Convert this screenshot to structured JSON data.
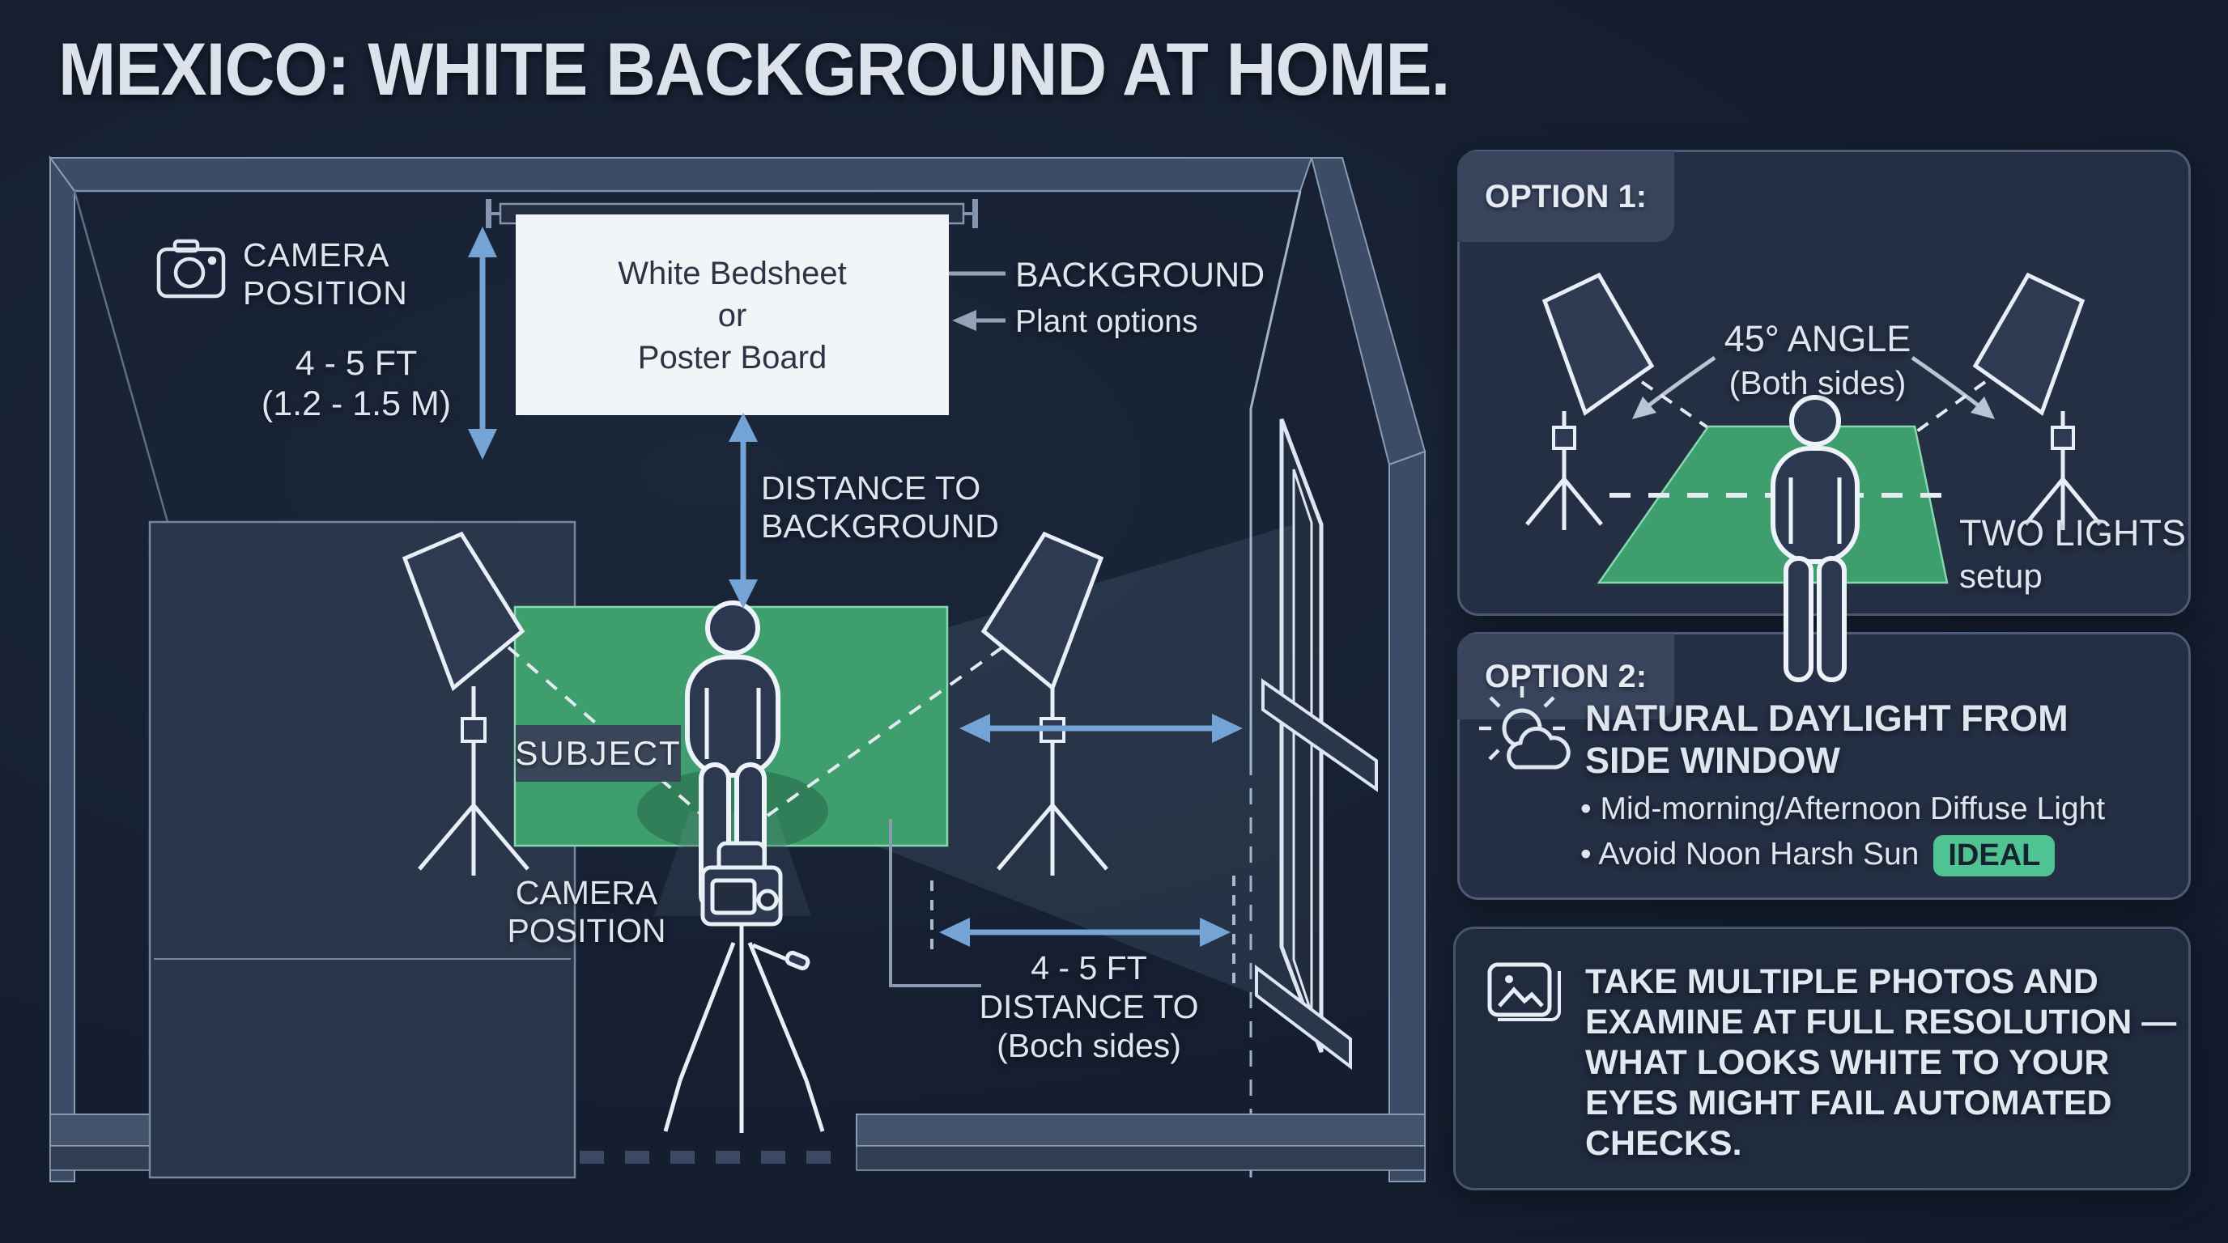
{
  "title": "MEXICO: WHITE BACKGROUND AT HOME.",
  "colors": {
    "background": "#141c2c",
    "panel": "#242f44",
    "panel_border": "#4c5b76",
    "tab": "#39455d",
    "accent_blue": "#74a3d6",
    "green_zone": "#3f9e6e",
    "badge_green": "#50c392",
    "white_board": "#f2f5f8"
  },
  "room": {
    "camera_top": {
      "line1": "CAMERA",
      "line2": "POSITION",
      "icon": "camera-icon"
    },
    "height_measure": {
      "line1": "4 - 5 FT",
      "line2": "(1.2 - 1.5 M)"
    },
    "board": {
      "line1": "White Bedsheet",
      "line2": "or",
      "line3": "Poster Board"
    },
    "background_label": "BACKGROUND",
    "plant_options_label": "Plant options",
    "distance_to_background": {
      "line1": "DISTANCE TO",
      "line2": "BACKGROUND"
    },
    "subject_label": "SUBJECT",
    "camera_bottom": {
      "line1": "CAMERA",
      "line2": "POSITION"
    },
    "side_distance": {
      "line1": "4 - 5 FT",
      "line2": "DISTANCE TO",
      "line3": "(Boch sides)"
    }
  },
  "panels": {
    "option1": {
      "header": "OPTION 1:",
      "angle": {
        "line1": "45° ANGLE",
        "line2": "(Both sides)"
      },
      "caption": {
        "line1": "TWO LIGHTS",
        "line2": "setup"
      }
    },
    "option2": {
      "header": "OPTION 2:",
      "heading": {
        "line1": "NATURAL DAYLIGHT FROM",
        "line2": "SIDE WINDOW"
      },
      "bullet1": "• Mid-morning/Afternoon Diffuse Light",
      "bullet2": "• Avoid Noon Harsh Sun",
      "badge": "IDEAL"
    },
    "note": {
      "lines": [
        "TAKE MULTIPLE PHOTOS AND",
        "EXAMINE AT FULL RESOLUTION —",
        "WHAT LOOKS WHITE TO YOUR",
        "EYES MIGHT FAIL AUTOMATED",
        "CHECKS."
      ]
    }
  }
}
